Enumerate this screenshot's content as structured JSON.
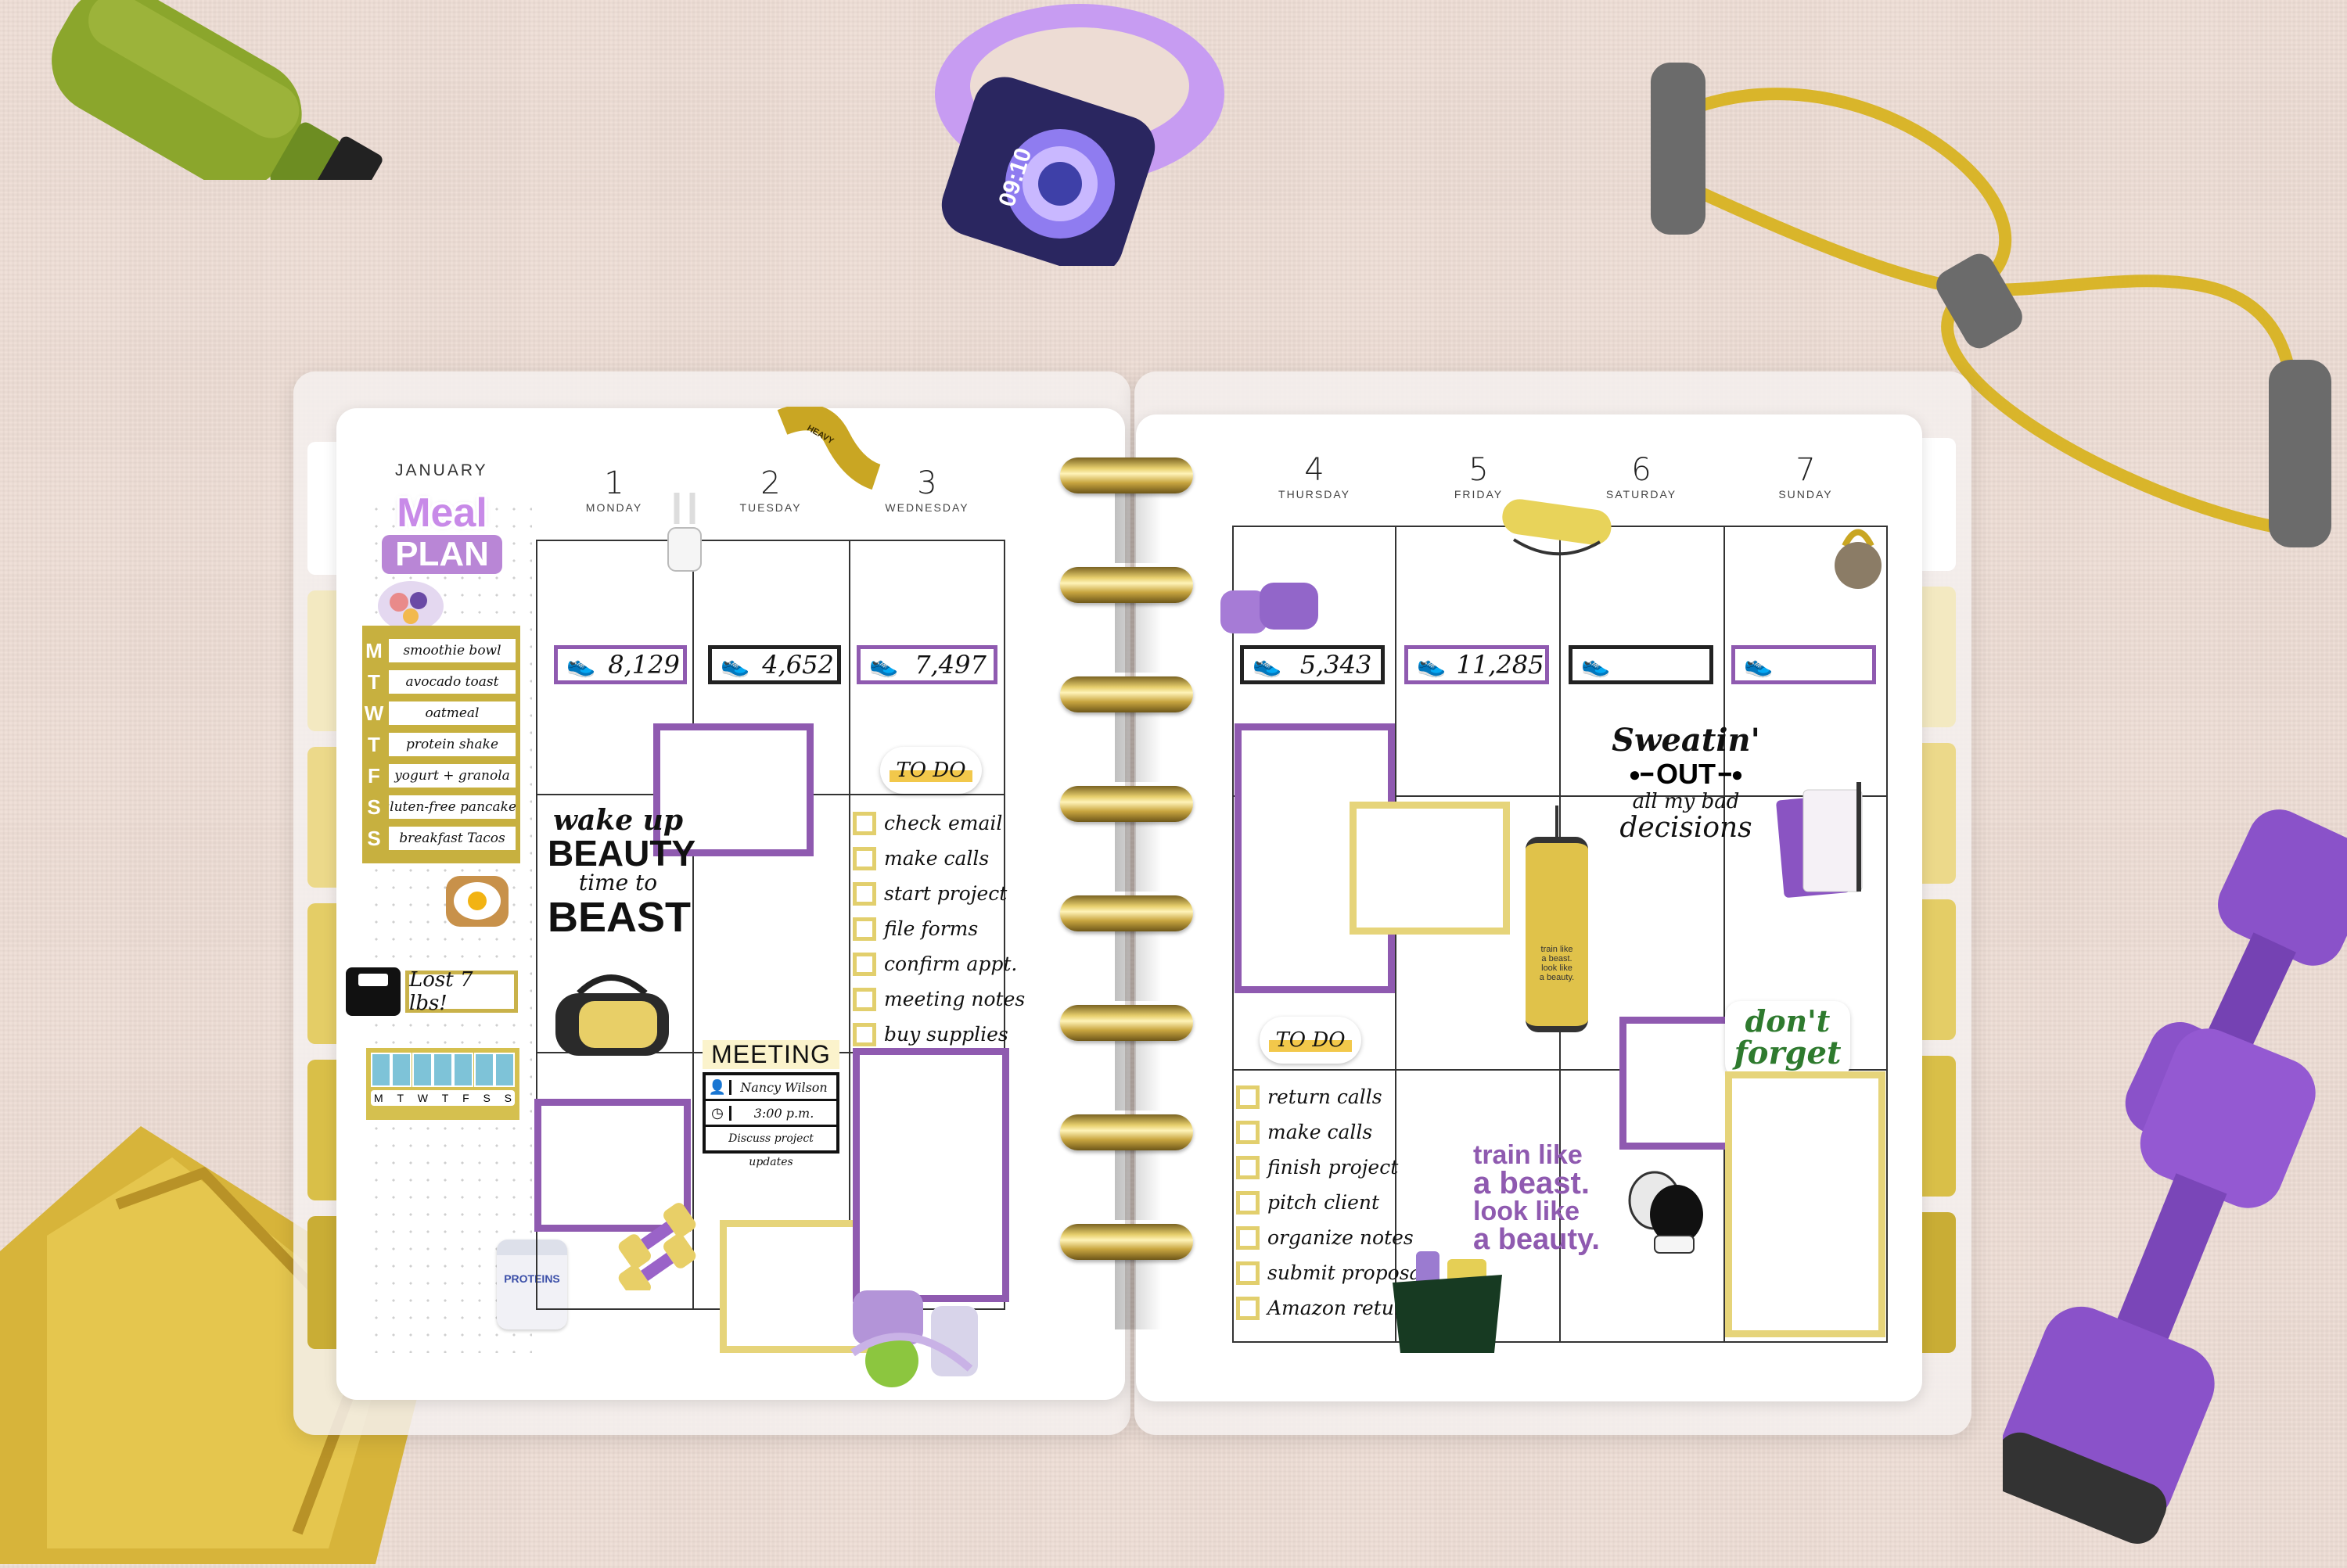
{
  "planner": {
    "month": "JANUARY",
    "days_left": [
      {
        "num": "1",
        "name": "MONDAY"
      },
      {
        "num": "2",
        "name": "TUESDAY"
      },
      {
        "num": "3",
        "name": "WEDNESDAY"
      }
    ],
    "days_right": [
      {
        "num": "4",
        "name": "THURSDAY"
      },
      {
        "num": "5",
        "name": "FRIDAY"
      },
      {
        "num": "6",
        "name": "SATURDAY"
      },
      {
        "num": "7",
        "name": "SUNDAY"
      }
    ],
    "steps_left": [
      "8,129",
      "4,652",
      "7,497"
    ],
    "steps_right": [
      "5,343",
      "11,285",
      "",
      ""
    ]
  },
  "meal_plan": {
    "title_line1": "Meal",
    "title_line2": "PLAN",
    "items": [
      {
        "day": "M",
        "food": "smoothie bowl"
      },
      {
        "day": "T",
        "food": "avocado toast"
      },
      {
        "day": "W",
        "food": "oatmeal"
      },
      {
        "day": "T",
        "food": "protein shake"
      },
      {
        "day": "F",
        "food": "yogurt + granola"
      },
      {
        "day": "S",
        "food": "gluten-free pancakes"
      },
      {
        "day": "S",
        "food": "breakfast Tacos"
      }
    ]
  },
  "weight": {
    "text": "Lost 7 lbs!"
  },
  "water": {
    "days": [
      "M",
      "T",
      "W",
      "T",
      "F",
      "S",
      "S"
    ]
  },
  "stickers": {
    "wake_up_line1": "wake up",
    "wake_up_line2": "BEAUTY",
    "wake_up_line3": "time to",
    "wake_up_line4": "BEAST",
    "sweatin_line1": "Sweatin'",
    "sweatin_line2": "OUT",
    "sweatin_line3": "all my bad",
    "sweatin_line4": "decisions",
    "train_line1": "train like",
    "train_line2": "a beast.",
    "train_line3": "look like",
    "train_line4": "a beauty.",
    "dont_forget_line1": "don't",
    "dont_forget_line2": "forget",
    "todo_label": "TO DO",
    "heavy": "HEAVY",
    "proteins": "PROTEINS",
    "watch_time": "09:10",
    "bag_text_line1": "train like",
    "bag_text_line2": "a beast.",
    "bag_text_line3": "look like",
    "bag_text_line4": "a beauty."
  },
  "meeting": {
    "title": "MEETING",
    "name": "Nancy Wilson",
    "time": "3:00 p.m.",
    "note": "Discuss project updates"
  },
  "todo_wed": [
    "check email",
    "make calls",
    "start project",
    "file forms",
    "confirm appt.",
    "meeting notes",
    "buy supplies"
  ],
  "todo_thu": [
    "return calls",
    "make calls",
    "finish project",
    "pitch client",
    "organize notes",
    "submit proposal",
    "Amazon return"
  ],
  "colors": {
    "purple": "#8f5ab0",
    "gold": "#c9b24a",
    "pale_yellow": "#e6d47a",
    "background": "#eddcd4"
  }
}
